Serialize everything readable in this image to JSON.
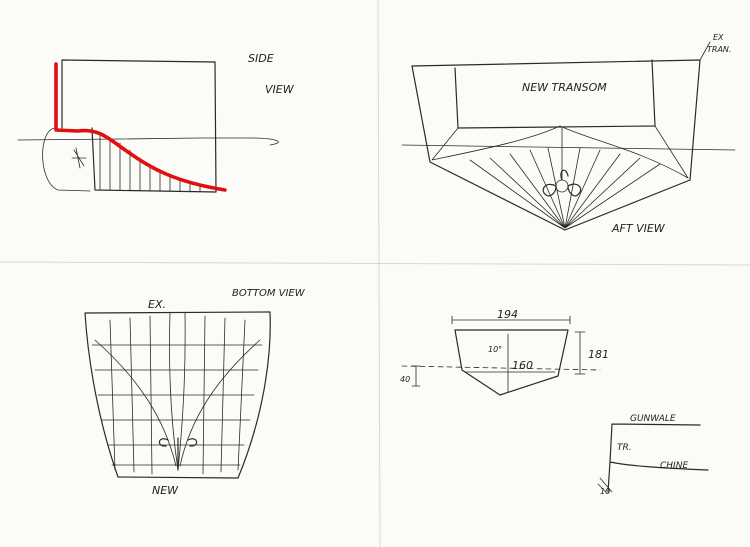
{
  "labels": {
    "side_view_1": "SIDE",
    "side_view_2": "VIEW",
    "new_transom": "NEW TRANSOM",
    "ex_tran_1": "EX",
    "ex_tran_2": "TRAN.",
    "aft_view": "AFT VIEW",
    "ex": "EX.",
    "bottom_view": "BOTTOM VIEW",
    "new": "NEW",
    "gunwale": "GUNWALE",
    "tr": "TR.",
    "chine": "CHINE"
  },
  "dimensions": {
    "width_top": "194",
    "width_bottom": "160",
    "height_right": "181",
    "angle_left": "10°",
    "depth_left": "40",
    "depth_small": "10"
  },
  "colors": {
    "ink": "#2a2a2a",
    "highlight": "#e01010",
    "paper": "#fbfbf8"
  }
}
